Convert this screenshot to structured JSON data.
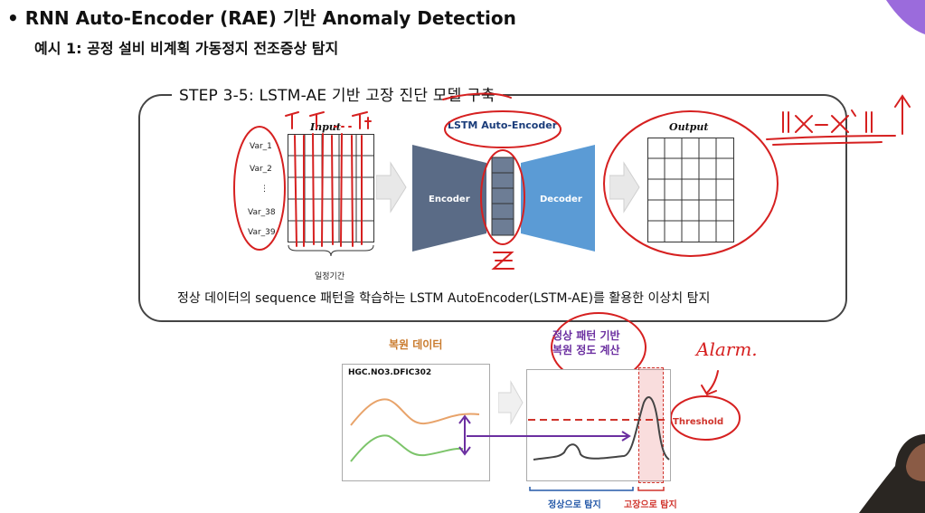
{
  "slide": {
    "title": "• RNN Auto-Encoder (RAE) 기반 Anomaly Detection",
    "subtitle": "예시 1: 공정 설비 비계획 가동정지 전조증상 탐지"
  },
  "step": {
    "title": "STEP 3-5: LSTM-AE 기반 고장 진단 모델 구축",
    "caption": "정상 데이터의 sequence 패턴을 학습하는 LSTM AutoEncoder(LSTM-AE)를 활용한 이상치 탐지",
    "input_label": "Input",
    "output_label": "Output",
    "model_label": "LSTM Auto-Encoder",
    "encoder_label": "Encoder",
    "decoder_label": "Decoder",
    "period_label": "일정기간",
    "variables": [
      "Var_1",
      "Var_2",
      "⋮",
      "Var_38",
      "Var_39"
    ]
  },
  "bottom": {
    "restore_label": "복원 데이터",
    "pattern_label_1": "정상 패턴 기반",
    "pattern_label_2": "복원 정도 계산",
    "panel_title": "HGC.NO3.DFIC302",
    "threshold_label": "Threshold",
    "normal_label": "정상으로 탐지",
    "fault_label": "고장으로 탐지"
  },
  "annotations": {
    "time_steps": "T₁ T₂ ··· Tₜ",
    "z_label": "Z",
    "formula": "||X−X'|| ↑",
    "alarm": "Alarm."
  },
  "colors": {
    "encoder": "#5a6b86",
    "decoder": "#5b9bd5",
    "annotation_red": "#d62020",
    "threshold_red": "#d0342c",
    "restored_orange": "#e8a36a",
    "restored_green": "#7cc46a",
    "arrow_purple": "#6b2fa0",
    "normal_blue": "#2458a8",
    "corner_purple": "#9b6bdc"
  }
}
